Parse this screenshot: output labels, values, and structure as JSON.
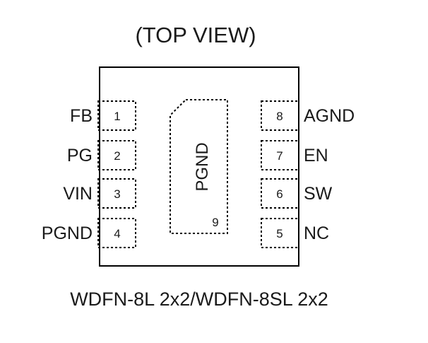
{
  "diagram": {
    "view_title": "(TOP VIEW)",
    "package_name": "WDFN-8L 2x2/WDFN-8SL 2x2",
    "colors": {
      "stroke": "#000000",
      "text": "#1a1a1a",
      "background": "#ffffff"
    },
    "left_pins": [
      {
        "number": "1",
        "name": "FB"
      },
      {
        "number": "2",
        "name": "PG"
      },
      {
        "number": "3",
        "name": "VIN"
      },
      {
        "number": "4",
        "name": "PGND"
      }
    ],
    "right_pins": [
      {
        "number": "8",
        "name": "AGND"
      },
      {
        "number": "7",
        "name": "EN"
      },
      {
        "number": "6",
        "name": "SW"
      },
      {
        "number": "5",
        "name": "NC"
      }
    ],
    "exposed_pad": {
      "number": "9",
      "name": "PGND"
    }
  }
}
